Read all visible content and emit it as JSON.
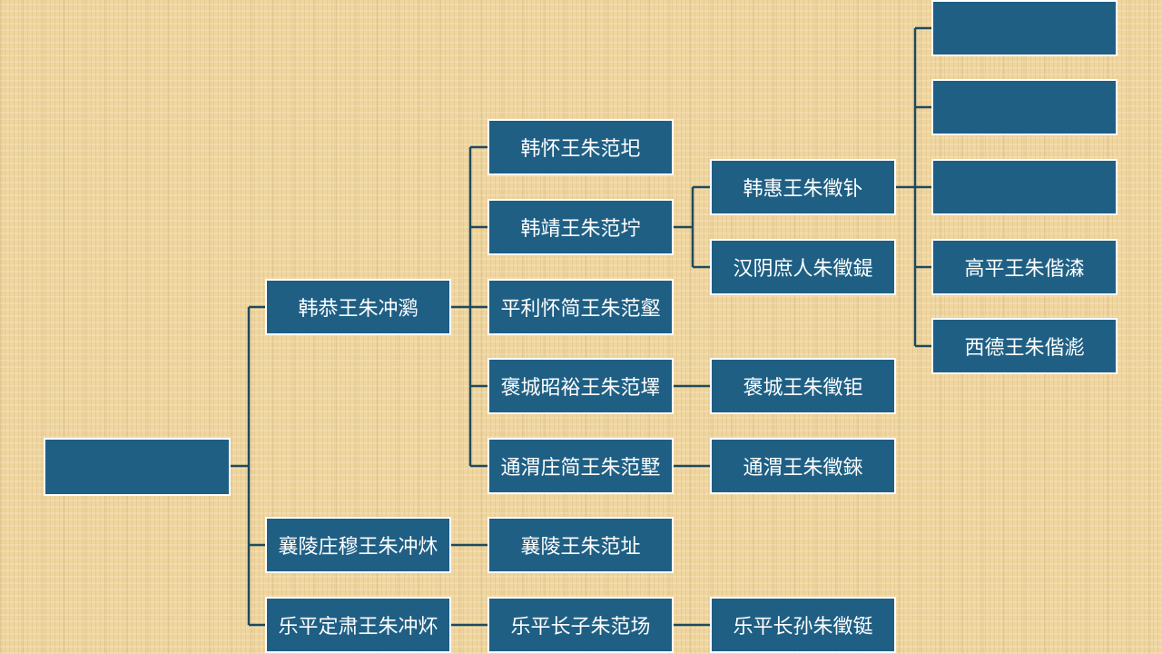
{
  "colors": {
    "node_fill": "#1f5f84",
    "node_border": "#ffffff",
    "connector": "#1e4a5e"
  },
  "nodes": {
    "root": "",
    "c1": "韩恭王朱冲㶉",
    "c2": "襄陵庄穆王朱冲炑",
    "c3": "乐平定肃王朱冲炋",
    "g1": "韩怀王朱范圯",
    "g2": "韩靖王朱范坾",
    "g3": "平利怀简王朱范壑",
    "g4": "褒城昭裕王朱范墿",
    "g5": "通渭庄简王朱范墅",
    "g6": "襄陵王朱范址",
    "g7": "乐平长子朱范场",
    "h1": "韩惠王朱徵钋",
    "h2": "汉阴庶人朱徵鍉",
    "h3": "褒城王朱徵钜",
    "h4": "通渭王朱徵錸",
    "h5": "乐平长孙朱徵铤",
    "k1": "",
    "k2": "",
    "k3": "",
    "k4": "高平王朱偕潹",
    "k5": "西德王朱偕滮"
  }
}
